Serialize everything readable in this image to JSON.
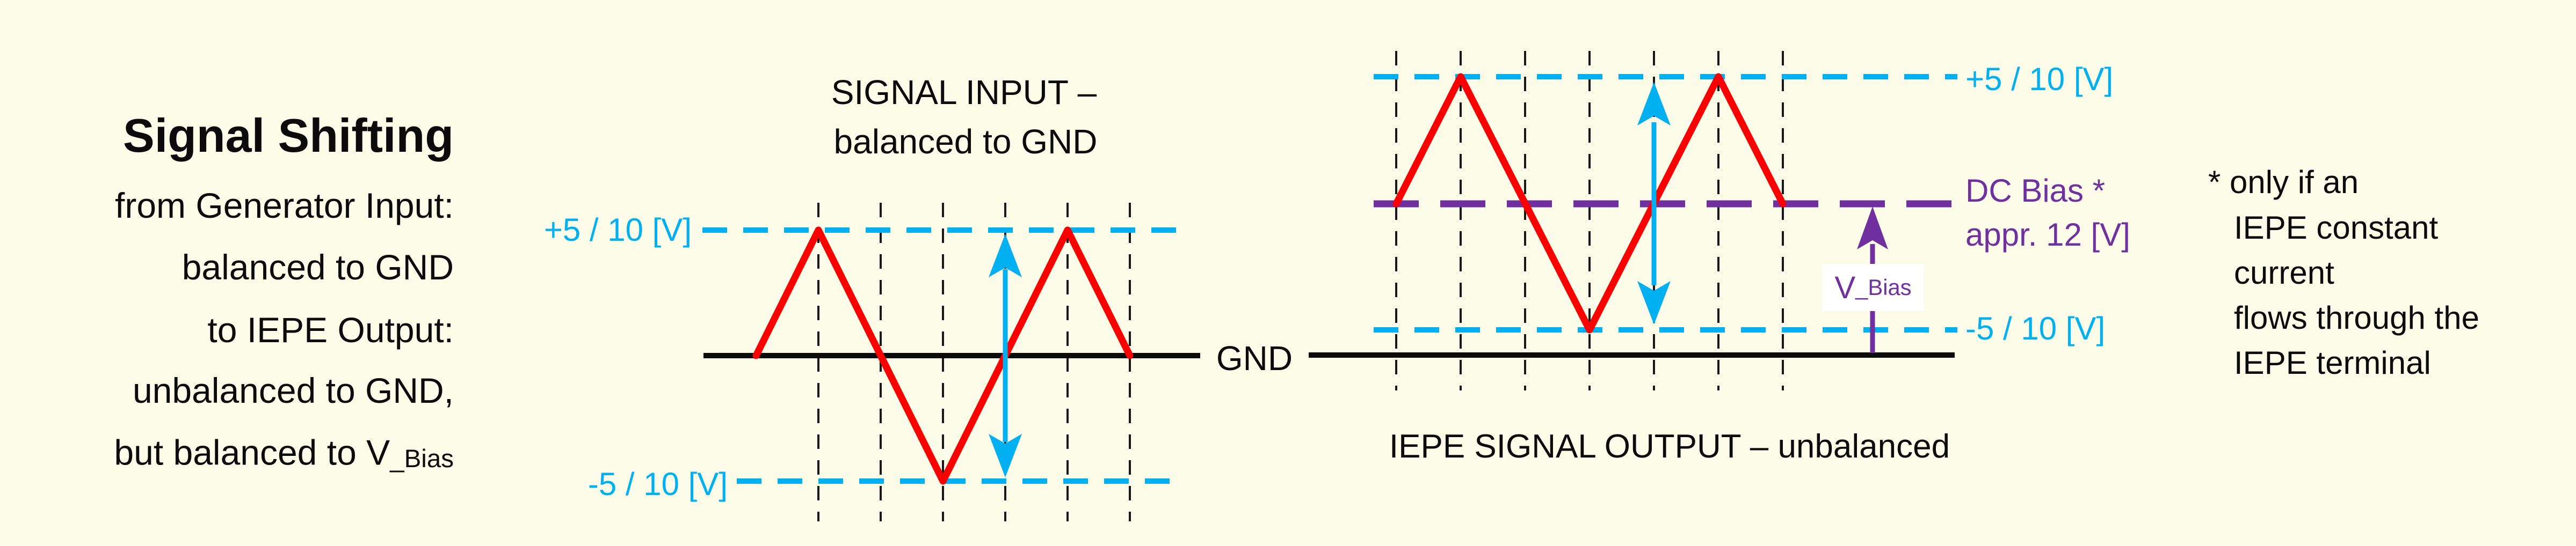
{
  "left_panel": {
    "title": "Signal Shifting",
    "lines": [
      "from Generator Input:",
      "balanced to GND",
      "to IEPE Output:",
      "unbalanced to GND,",
      "but balanced to V"
    ],
    "v_subscript": "_Bias"
  },
  "input_diagram": {
    "title_line1": "SIGNAL INPUT –",
    "title_line2": "balanced to GND",
    "plus_label": "+5 / 10 [V]",
    "minus_label": "-5 / 10 [V]"
  },
  "center": {
    "gnd_label": "GND"
  },
  "output_diagram": {
    "caption": "IEPE SIGNAL OUTPUT – unbalanced",
    "plus_label": "+5 / 10 [V]",
    "dc_bias_label": "DC Bias *",
    "dc_bias_value": "appr. 12 [V]",
    "minus_label": "-5 / 10 [V]",
    "vbias_main": "V",
    "vbias_sub": "_Bias"
  },
  "footnote": {
    "lines": [
      "* only if an",
      "IEPE constant",
      "current",
      "flows through the",
      "IEPE terminal"
    ]
  },
  "colors": {
    "background": "#FCFCE8",
    "signal_red": "#FB0000",
    "level_cyan": "#00B0F0",
    "bias_purple": "#7030A0",
    "ink_black": "#0b0b0b"
  },
  "chart_data": {
    "type": "line",
    "title": "Signal Shifting from Generator Input to IEPE Output",
    "series": [
      {
        "name": "SIGNAL INPUT – balanced to GND",
        "shape": "triangle",
        "x_periods": [
          0,
          0.5,
          1.5,
          2.5,
          3
        ],
        "y_volts": [
          0,
          5,
          -5,
          5,
          0
        ],
        "amplitude_label": "+5 / 10 [V] to -5 / 10 [V]",
        "reference": "GND = 0 V",
        "color": "#FB0000"
      },
      {
        "name": "IEPE SIGNAL OUTPUT – unbalanced",
        "shape": "triangle",
        "x_periods": [
          0,
          0.5,
          1.5,
          2.5,
          3
        ],
        "y_volts": [
          12,
          17,
          7,
          17,
          12
        ],
        "amplitude_label": "+5 / 10 [V] to -5 / 10 [V] around DC Bias",
        "reference": "DC Bias appr. 12 [V] above GND (V_Bias), only if an IEPE constant current flows through the IEPE terminal",
        "color": "#FB0000"
      }
    ],
    "grid": "vertical dashed half-period gridlines",
    "legend_position": "none"
  }
}
